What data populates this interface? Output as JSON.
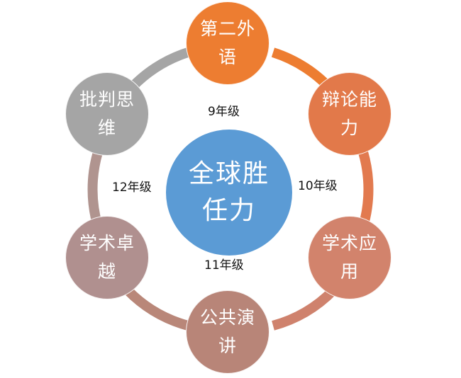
{
  "center": {
    "label": "全球胜任力",
    "color": "#5b9bd5"
  },
  "nodes": [
    {
      "id": "foreign-language",
      "label": "第二外语",
      "color": "#ed7d31"
    },
    {
      "id": "debate",
      "label": "辩论能力",
      "color": "#e2794a"
    },
    {
      "id": "applied",
      "label": "学术应用",
      "color": "#d2836c"
    },
    {
      "id": "speech",
      "label": "公共演讲",
      "color": "#b88578"
    },
    {
      "id": "excellence",
      "label": "学术卓越",
      "color": "#b0908f"
    },
    {
      "id": "critical",
      "label": "批判思维",
      "color": "#a5a5a5"
    }
  ],
  "grades": {
    "g9": "9年级",
    "g10": "10年级",
    "g11": "11年级",
    "g12": "12年级"
  },
  "ring_gradient": [
    "#ed7d31",
    "#e07b55",
    "#c9876f",
    "#b9978f",
    "#a5a5a5"
  ]
}
